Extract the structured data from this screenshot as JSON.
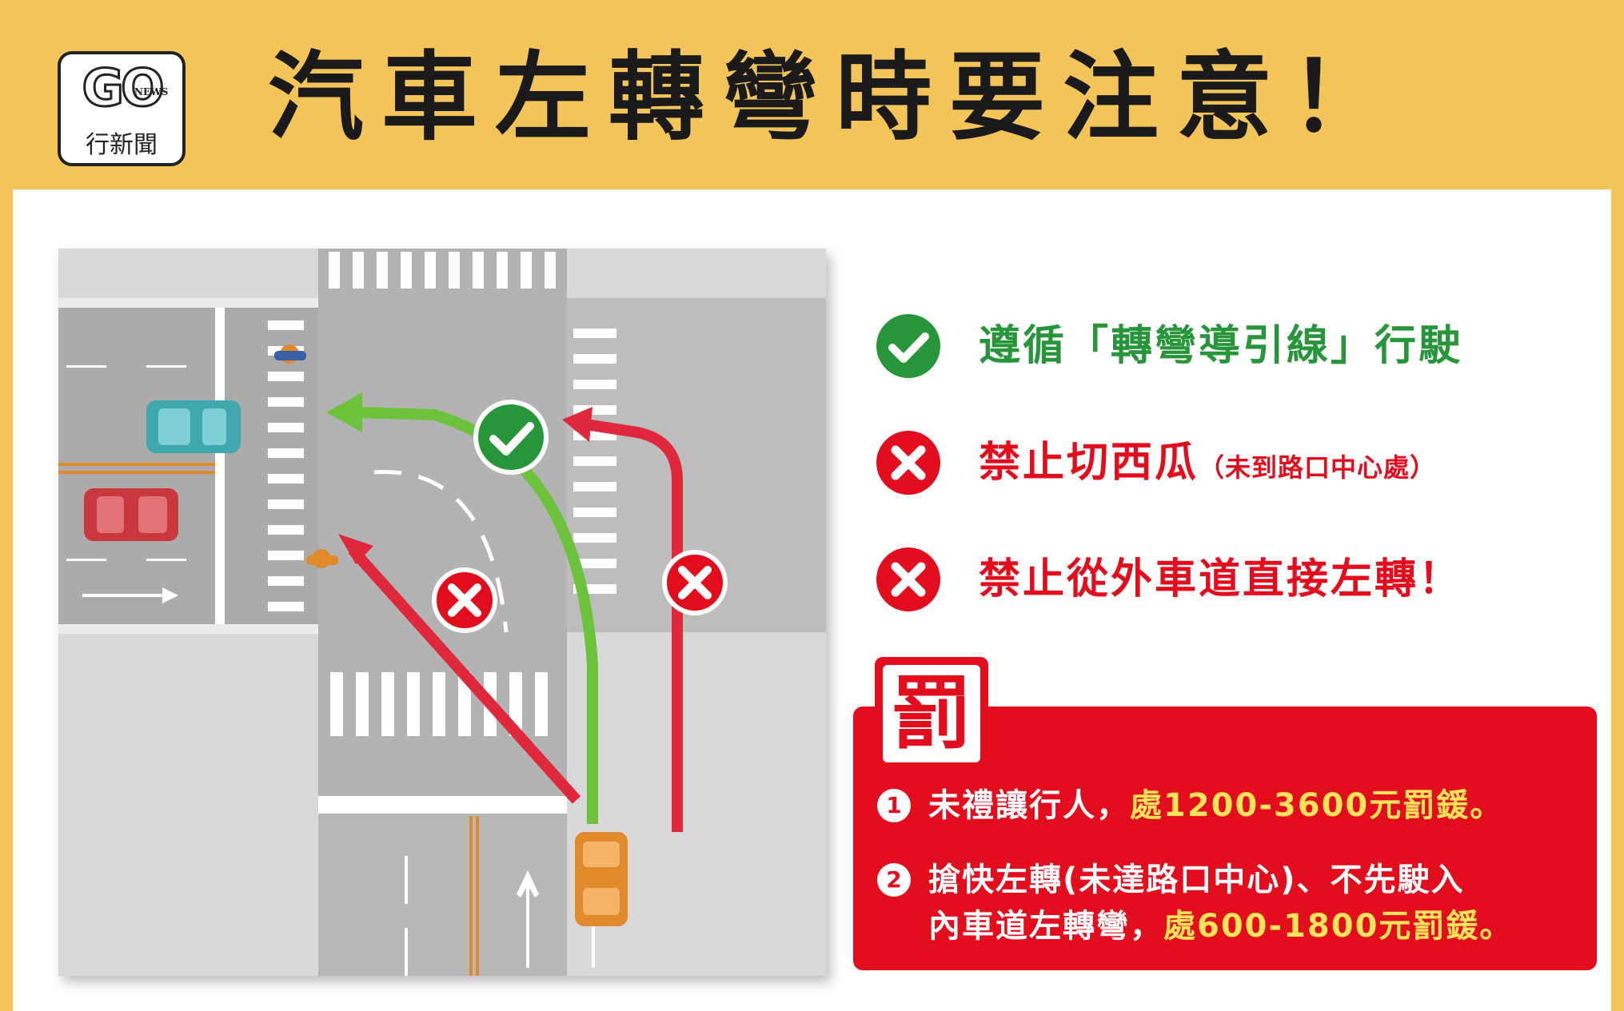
{
  "logo": {
    "brand": "GO",
    "news": "NEWS",
    "name": "行新聞"
  },
  "title": "汽車左轉彎時要注意！",
  "rules": [
    {
      "icon": "check-icon",
      "type": "ok",
      "text": "遵循「轉彎導引線」行駛",
      "note": ""
    },
    {
      "icon": "cross-icon",
      "type": "ng",
      "text": "禁止切西瓜",
      "note": "（未到路口中心處）"
    },
    {
      "icon": "cross-icon",
      "type": "ng",
      "text": "禁止從外車道直接左轉！",
      "note": ""
    }
  ],
  "fines": {
    "badge": "罰",
    "items": [
      {
        "num": "1",
        "lines": [
          {
            "text": "未禮讓行人，",
            "highlight": "處1200-3600元罰鍰。"
          }
        ]
      },
      {
        "num": "2",
        "lines": [
          {
            "text": "搶快左轉(未達路口中心)、不先駛入",
            "highlight": ""
          },
          {
            "text": "內車道左轉彎，",
            "highlight": "處600-1800元罰鍰。"
          }
        ]
      }
    ]
  },
  "colors": {
    "header_bg": "#f2c45a",
    "ok_green": "#27953a",
    "ng_red": "#e30e1d",
    "highlight_yellow": "#fde25a",
    "path_green": "#6cc33b",
    "path_red": "#e0283c"
  }
}
